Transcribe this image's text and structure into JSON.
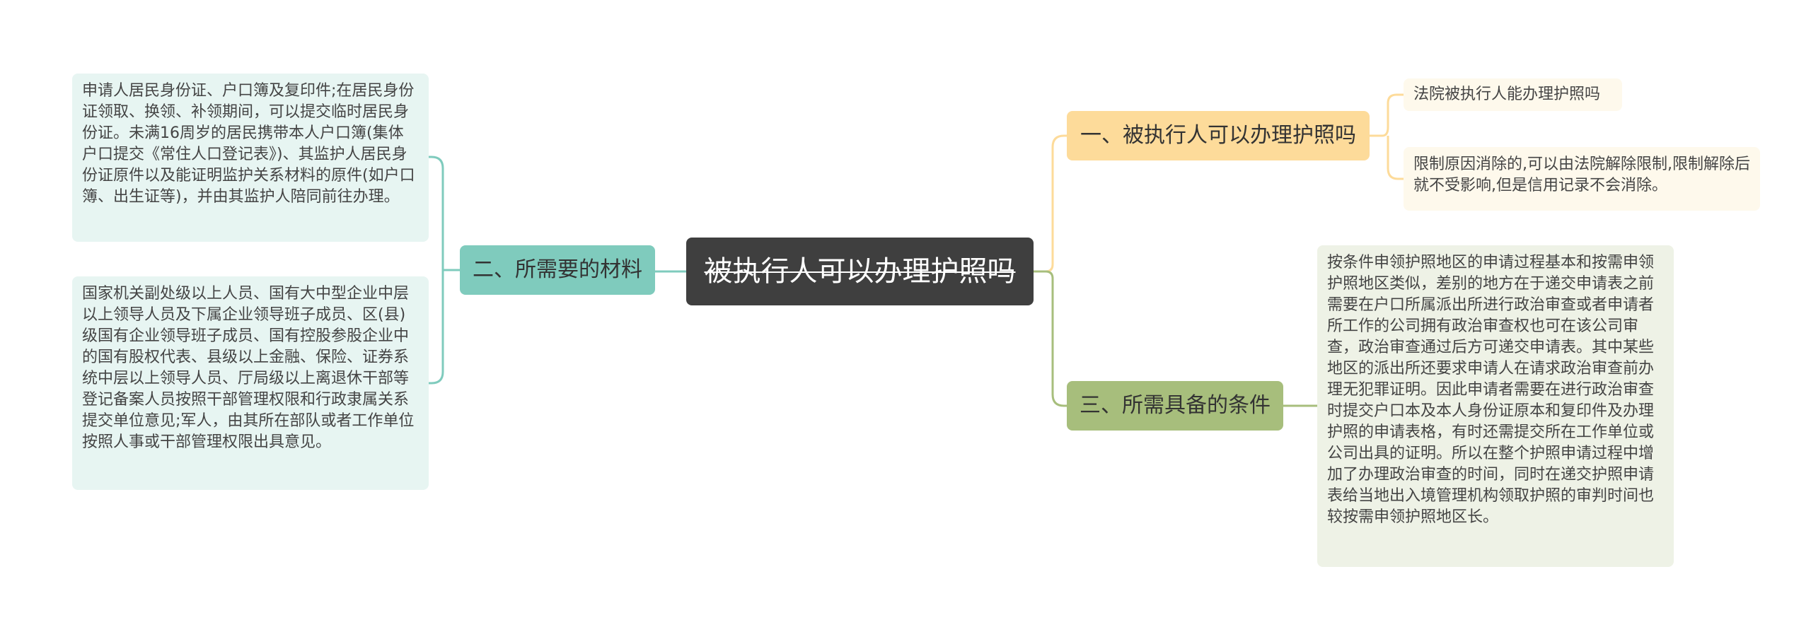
{
  "root": {
    "label": "被执行人可以办理护照吗"
  },
  "branches": {
    "left": {
      "label": "二、所需要的材料",
      "items": [
        "申请人居民身份证、户口簿及复印件;在居民身份证领取、换领、补领期间，可以提交临时居民身份证。未满16周岁的居民携带本人户口簿(集体户口提交《常住人口登记表》)、其监护人居民身份证原件以及能证明监护关系材料的原件(如户口簿、出生证等)，并由其监护人陪同前往办理。",
        "国家机关副处级以上人员、国有大中型企业中层以上领导人员及下属企业领导班子成员、区(县)级国有企业领导班子成员、国有控股参股企业中的国有股权代表、县级以上金融、保险、证券系统中层以上领导人员、厅局级以上离退休干部等登记备案人员按照干部管理权限和行政隶属关系提交单位意见;军人，由其所在部队或者工作单位按照人事或干部管理权限出具意见。"
      ]
    },
    "top": {
      "label": "一、被执行人可以办理护照吗",
      "items": [
        "法院被执行人能办理护照吗",
        "限制原因消除的,可以由法院解除限制,限制解除后就不受影响,但是信用记录不会消除。"
      ]
    },
    "bottom": {
      "label": "三、所需具备的条件",
      "items": [
        "按条件申领护照地区的申请过程基本和按需申领护照地区类似，差别的地方在于递交申请表之前需要在户口所属派出所进行政治审查或者申请者所工作的公司拥有政治审查权也可在该公司审查，政治审查通过后方可递交申请表。其中某些地区的派出所还要求申请人在请求政治审查前办理无犯罪证明。因此申请者需要在进行政治审查时提交户口本及本人身份证原本和复印件及办理护照的申请表格，有时还需提交所在工作单位或公司出具的证明。所以在整个护照申请过程中增加了办理政治审查的时间，同时在递交护照申请表给当地出入境管理机构领取护照的审判时间也较按需申领护照地区长。"
      ]
    }
  },
  "colors": {
    "root": "#3f3f3f",
    "teal": "#7fcbbd",
    "yellow": "#fddb9a",
    "green": "#a7be7c"
  }
}
